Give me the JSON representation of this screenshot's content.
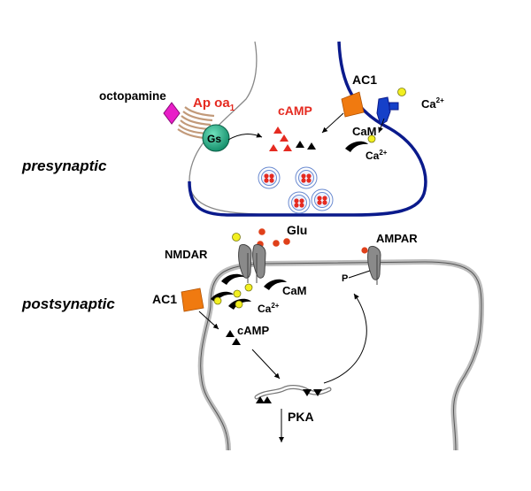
{
  "labels": {
    "octopamine": "octopamine",
    "apoa1_prefix": "Ap oa",
    "apoa1_sub": "1",
    "gs": "Gs",
    "camp_pre": "cAMP",
    "ac1_pre": "AC1",
    "ca_pre_top": "Ca",
    "ca_pre_top_sup": "2+",
    "cam_pre": "CaM",
    "ca_pre_low": "Ca",
    "ca_pre_low_sup": "2+",
    "presynaptic": "presynaptic",
    "glu": "Glu",
    "nmdar": "NMDAR",
    "ampar": "AMPAR",
    "postsynaptic": "postsynaptic",
    "ac1_post": "AC1",
    "cam_post": "CaM",
    "ca_post": "Ca",
    "ca_post_sup": "2+",
    "camp_post": "cAMP",
    "p": "P",
    "pka": "PKA"
  },
  "colors": {
    "presynaptic_membrane": "#0a1a8c",
    "ac1": "#f07a10",
    "octopamine": "#e81ec8",
    "gs": "#1fb38a",
    "camp_red": "#e52a20",
    "glu": "#e0401a",
    "calcium": "#f2ef20",
    "channel": "#8a8a8a",
    "calcium_channel": "#1540c8"
  }
}
